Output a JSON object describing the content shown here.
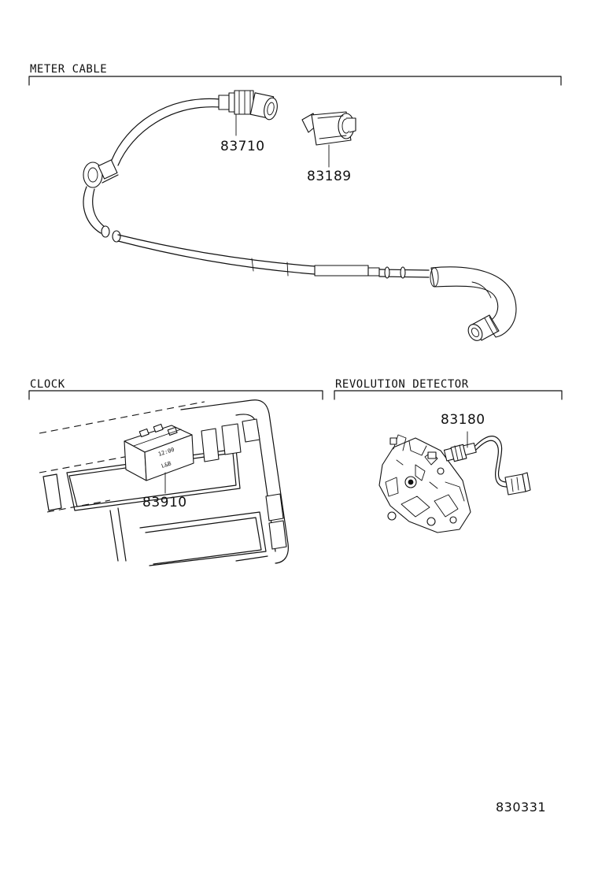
{
  "sections": {
    "meter_cable": {
      "title": "METER CABLE"
    },
    "clock": {
      "title": "CLOCK"
    },
    "revolution_detector": {
      "title": "REVOLUTION DETECTOR"
    }
  },
  "parts": {
    "p83710": "83710",
    "p83189": "83189",
    "p83910": "83910",
    "p83180": "83180"
  },
  "clock_display": {
    "time": "12:00",
    "markings": "L&B"
  },
  "catalog_number": "830331"
}
